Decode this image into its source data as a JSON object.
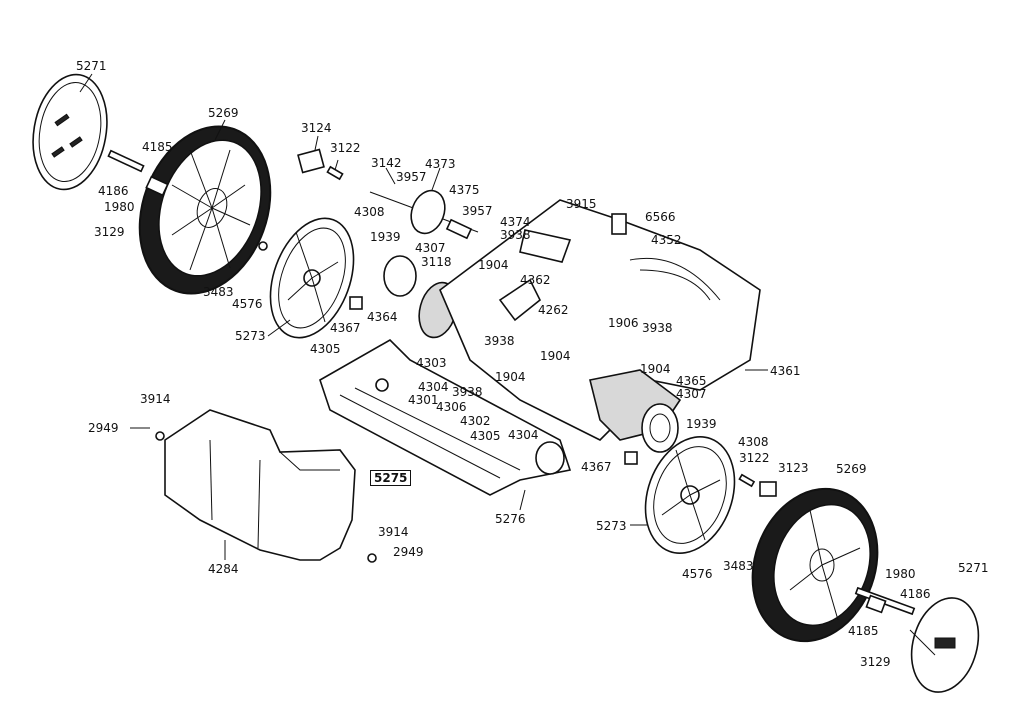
{
  "labels": {
    "p5271_l": "5271",
    "p5269_l": "5269",
    "p4185_l": "4185",
    "p4186_l": "4186",
    "p1980_l": "1980",
    "p3129_l": "3129",
    "p3483_l": "3483",
    "p4576_l": "4576",
    "p5273_l": "5273",
    "p3124": "3124",
    "p3122_l": "3122",
    "p4367_l": "4367",
    "p3142": "3142",
    "p3957_a": "3957",
    "p4373": "4373",
    "p4375": "4375",
    "p3957_b": "3957",
    "p4374": "4374",
    "p4308_l": "4308",
    "p1939_l": "1939",
    "p4307_l": "4307",
    "p3118": "3118",
    "p4364": "4364",
    "p3938_a": "3938",
    "p1904_a": "1904",
    "p4362": "4362",
    "p3915": "3915",
    "p6566": "6566",
    "p4352": "4352",
    "p4262": "4262",
    "p1906": "1906",
    "p3938_b": "3938",
    "p3938_c": "3938",
    "p1904_b": "1904",
    "p1904_c": "1904",
    "p4361": "4361",
    "p4305_a": "4305",
    "p4303": "4303",
    "p4304_a": "4304",
    "p4301": "4301",
    "p4306": "4306",
    "p3938_d": "3938",
    "p1904_d": "1904",
    "p4302": "4302",
    "p4305_b": "4305",
    "p4304_b": "4304",
    "p5275": "5275",
    "p5276": "5276",
    "p4365": "4365",
    "p4307_r": "4307",
    "p1939_r": "1939",
    "p4308_r": "4308",
    "p3122_r": "3122",
    "p3123": "3123",
    "p5269_r": "5269",
    "p4367_r": "4367",
    "p5273_r": "5273",
    "p4576_r": "4576",
    "p3483_r": "3483",
    "p1980_r": "1980",
    "p4186_r": "4186",
    "p5271_r": "5271",
    "p4185_r": "4185",
    "p3129_r": "3129",
    "p3914_a": "3914",
    "p2949_a": "2949",
    "p4284": "4284",
    "p3914_b": "3914",
    "p2949_b": "2949"
  }
}
